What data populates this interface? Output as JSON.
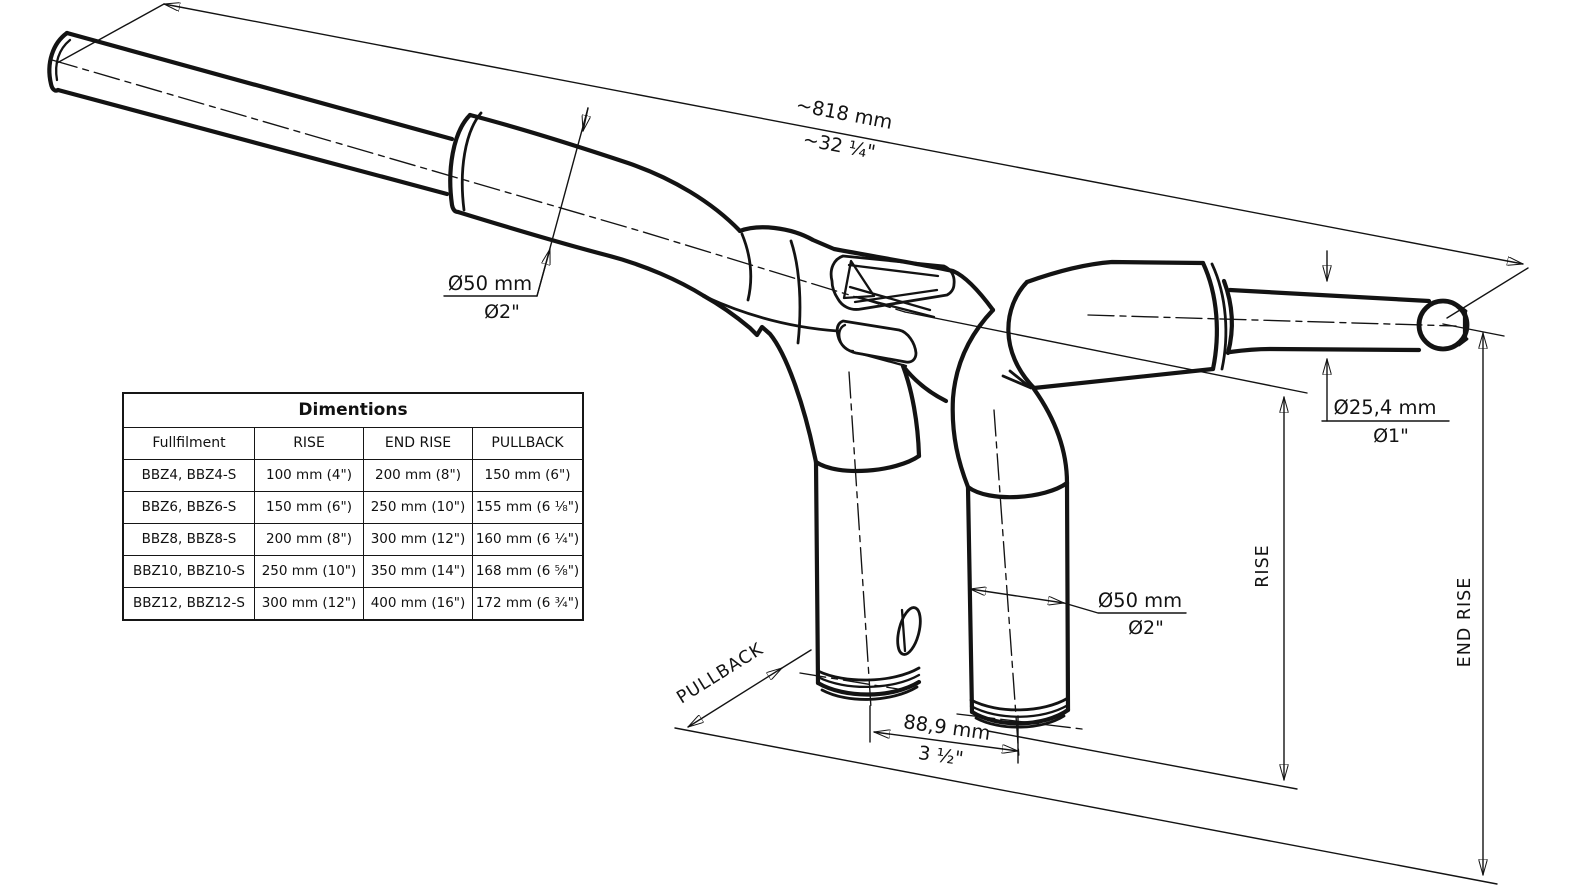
{
  "labels": {
    "overall_mm": "~818 mm",
    "overall_in": "~32 ¼\"",
    "clamp_dia_mm": "Ø50 mm",
    "clamp_dia_in": "Ø2\"",
    "grip_dia_mm": "Ø25,4 mm",
    "grip_dia_in": "Ø1\"",
    "riser_dia_mm": "Ø50 mm",
    "riser_dia_in": "Ø2\"",
    "riser_spacing_mm": "88,9 mm",
    "riser_spacing_in": "3 ½\"",
    "rise": "RISE",
    "end_rise": "END RISE",
    "pullback": "PULLBACK"
  },
  "table": {
    "title": "Dimentions",
    "columns": [
      "Fullfilment",
      "RISE",
      "END RISE",
      "PULLBACK"
    ],
    "rows": [
      {
        "cells": [
          "BBZ4, BBZ4-S",
          "100 mm (4\")",
          "200 mm (8\")",
          "150 mm (6\")"
        ]
      },
      {
        "cells": [
          "BBZ6, BBZ6-S",
          "150 mm (6\")",
          "250 mm (10\")",
          "155 mm (6 ⅛\")"
        ]
      },
      {
        "cells": [
          "BBZ8, BBZ8-S",
          "200 mm (8\")",
          "300 mm (12\")",
          "160 mm (6 ¼\")"
        ]
      },
      {
        "cells": [
          "BBZ10, BBZ10-S",
          "250 mm (10\")",
          "350 mm (14\")",
          "168 mm (6 ⅝\")"
        ]
      },
      {
        "cells": [
          "BBZ12, BBZ12-S",
          "300 mm (12\")",
          "400 mm (16\")",
          "172 mm (6 ¾\")"
        ]
      }
    ]
  }
}
